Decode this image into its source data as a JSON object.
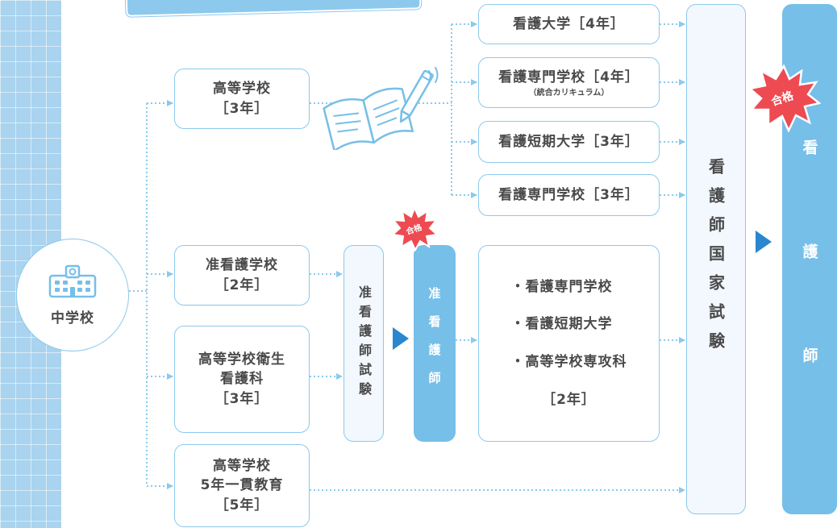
{
  "start": {
    "label": "中学校",
    "icon": "school-building-icon"
  },
  "routes": {
    "high_school": {
      "line1": "高等学校",
      "line2": "［3年］"
    },
    "assoc_nursing_school": {
      "line1": "准看護学校",
      "line2": "［2年］"
    },
    "hs_health_nursing": {
      "line1": "高等学校衛生",
      "line2": "看護科",
      "line3": "［3年］"
    },
    "hs_5year": {
      "line1": "高等学校",
      "line2": "5年一貫教育",
      "line3": "［5年］"
    }
  },
  "schools": {
    "univ": "看護大学［4年］",
    "senmon4": {
      "main": "看護専門学校［4年］",
      "sub": "（統合カリキュラム）"
    },
    "tanki": "看護短期大学［3年］",
    "senmon3": "看護専門学校［3年］"
  },
  "assoc_exam": "准看護師試験",
  "assoc_nurse": "准看護師",
  "further_study": {
    "items": [
      "・看護専門学校",
      "・看護短期大学",
      "・高等学校専攻科"
    ],
    "years": "［2年］"
  },
  "national_exam": "看護師国家試験",
  "result": "看護師",
  "badges": {
    "pass_large": "合格",
    "pass_small": "合格"
  },
  "colors": {
    "accent": "#8cc9ec",
    "solid": "#76bfe8",
    "badge": "#ee4a52",
    "text": "#4a4a4a"
  },
  "decorations": {
    "illustration": "open-book-and-pencil-icon"
  }
}
